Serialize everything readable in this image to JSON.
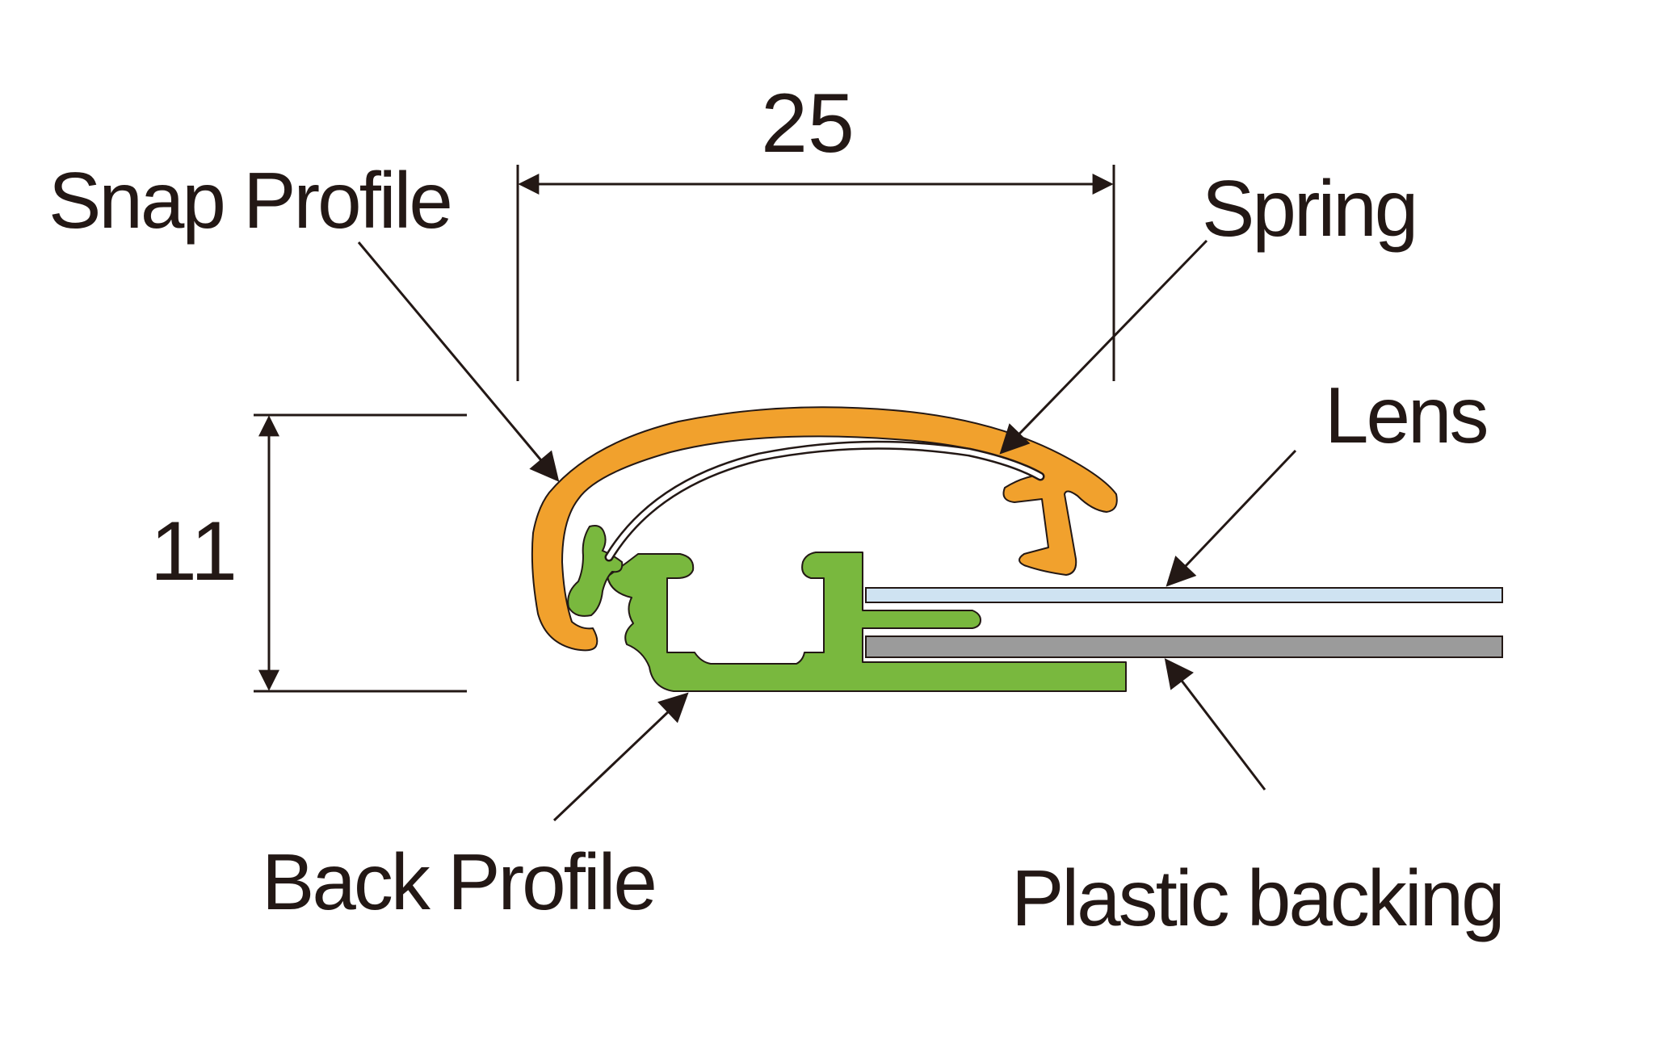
{
  "dimensions": {
    "width": {
      "value": "25"
    },
    "height": {
      "value": "11"
    }
  },
  "labels": {
    "snap_profile": "Snap Profile",
    "spring": "Spring",
    "lens": "Lens",
    "back_profile": "Back Profile",
    "plastic_backing": "Plastic backing"
  },
  "colors": {
    "snap_profile": "#f1a12d",
    "back_profile": "#79b83e",
    "lens": "#cfe3f2",
    "plastic_backing": "#9b9b9b",
    "line": "#231815"
  }
}
